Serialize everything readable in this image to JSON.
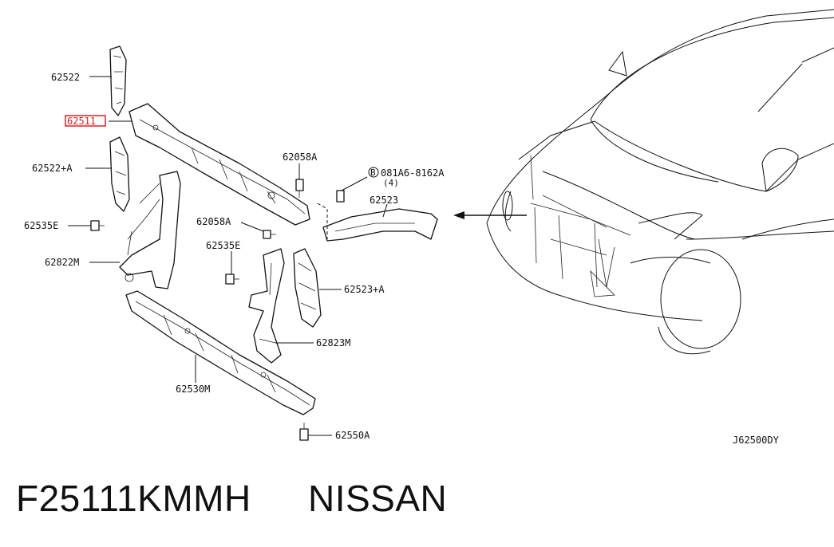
{
  "diagram": {
    "labels": {
      "p62522": "62522",
      "p62511": "62511",
      "p62522a": "62522+A",
      "p62535e_left": "62535E",
      "p62822m": "62822M",
      "p62058a_top": "62058A",
      "p62058a_mid": "62058A",
      "p62535e_mid": "62535E",
      "bolt_ref": "081A6-8162A",
      "bolt_ref_symbol": "B",
      "bolt_qty": "(4)",
      "p62523": "62523",
      "p62523a": "62523+A",
      "p62823m": "62823M",
      "p62530m": "62530M",
      "p62550a": "62550A",
      "diagram_code": "J62500DY"
    },
    "highlight_color": "#e02020"
  },
  "caption": {
    "part_number": "F25111KMMH",
    "brand": "NISSAN"
  }
}
